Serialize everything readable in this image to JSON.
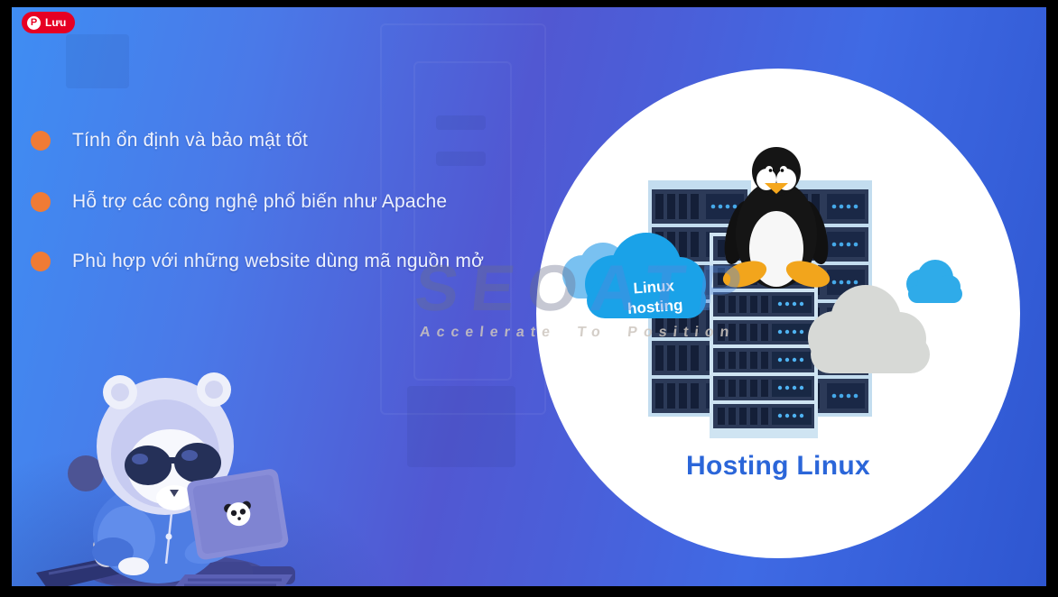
{
  "pin_button": {
    "label": "Lưu",
    "icon_letter": "P",
    "color": "#e60023"
  },
  "bullets": [
    {
      "text": "Tính ổn định và bảo mật tốt"
    },
    {
      "text": "Hỗ trợ các công nghệ phổ biến như Apache"
    },
    {
      "text": "Phù hợp với những website dùng mã nguồn mở"
    }
  ],
  "bullet_dot_color": "#f07b35",
  "watermark": {
    "brand_primary": "SEO",
    "brand_secondary": "ATP",
    "tagline": "Accelerate To Position"
  },
  "illustration": {
    "cloud_label_line1": "Linux",
    "cloud_label_line2": "hosting",
    "title": "Hosting Linux",
    "title_color": "#2b66d9",
    "cloud_blue": "#1aa2e8",
    "cloud_gray": "#d7d9d6",
    "server_frame": "#c3ddef",
    "server_unit": "#2c3a58",
    "server_dot": "#46a9e9"
  },
  "colors": {
    "background_left": "#3f8df3",
    "background_mid": "#5158d2",
    "background_right": "#2e56d0",
    "circle_fill": "#ffffff",
    "text_light": "#edf1fd"
  }
}
